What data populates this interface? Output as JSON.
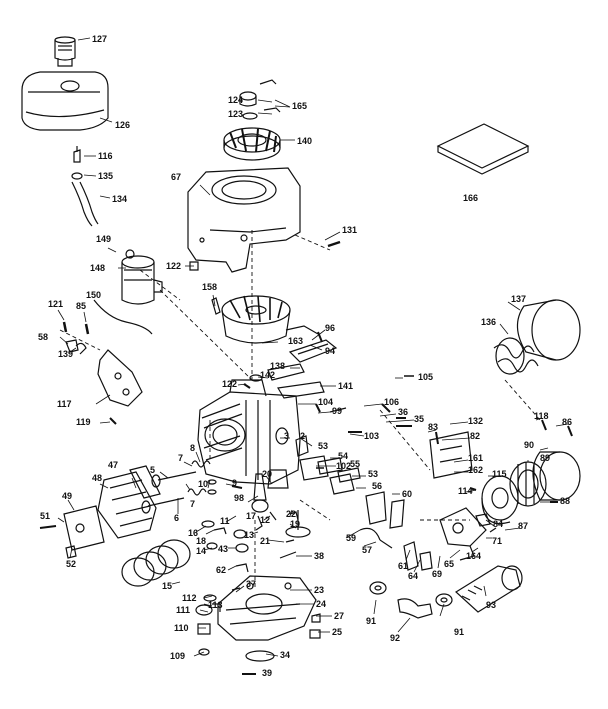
{
  "figure": {
    "callouts": {
      "c127": "127",
      "c126": "126",
      "c116": "116",
      "c135": "135",
      "c134": "134",
      "c124": "124",
      "c123": "123",
      "c165": "165",
      "c140": "140",
      "c67": "67",
      "c131": "131",
      "c166": "166",
      "c149": "149",
      "c148": "148",
      "c122a": "122",
      "c158": "158",
      "c121": "121",
      "c85": "85",
      "c150": "150",
      "c58": "58",
      "c139": "139",
      "c117": "117",
      "c119": "119",
      "c96": "96",
      "c163": "163",
      "c94": "94",
      "c137": "137",
      "c136": "136",
      "c122b": "122",
      "c142": "142",
      "c138": "138",
      "c141": "141",
      "c105": "105",
      "c104": "104",
      "c99": "99",
      "c106": "106",
      "c36": "36",
      "c35": "35",
      "c103": "103",
      "c132": "132",
      "c83": "83",
      "c82": "82",
      "c118": "118",
      "c86": "86",
      "c90": "90",
      "c89": "89",
      "c161": "161",
      "c162": "162",
      "c115": "115",
      "c114": "114",
      "c88": "88",
      "c84": "84",
      "c87": "87",
      "c71": "71",
      "c3": "3",
      "c2": "2",
      "c53a": "53",
      "c54": "54",
      "c102": "102",
      "c55": "55",
      "c53b": "53",
      "c56": "56",
      "c60": "60",
      "c47": "47",
      "c48": "48",
      "c5": "5",
      "c7a": "7",
      "c8": "8",
      "c9": "9",
      "c10": "10",
      "c7b": "7",
      "c6": "6",
      "c98": "98",
      "c20": "20",
      "c17": "17",
      "c11": "11",
      "c12": "12",
      "c22": "22",
      "c49": "49",
      "c51": "51",
      "c52": "52",
      "c16": "16",
      "c18": "18",
      "c14": "14",
      "c13": "13",
      "c21": "21",
      "c19": "19",
      "c59": "59",
      "c57": "57",
      "c61": "61",
      "c64": "64",
      "c69": "69",
      "c65": "65",
      "c164": "164",
      "c43": "43",
      "c62": "62",
      "c38": "38",
      "c15": "15",
      "c112": "112",
      "c37": "37",
      "c23": "23",
      "c24": "24",
      "c27": "27",
      "c113": "113",
      "c111": "111",
      "c110": "110",
      "c25": "25",
      "c91a": "91",
      "c91b": "91",
      "c92": "92",
      "c93": "93",
      "c109": "109",
      "c34": "34",
      "c39": "39"
    }
  }
}
